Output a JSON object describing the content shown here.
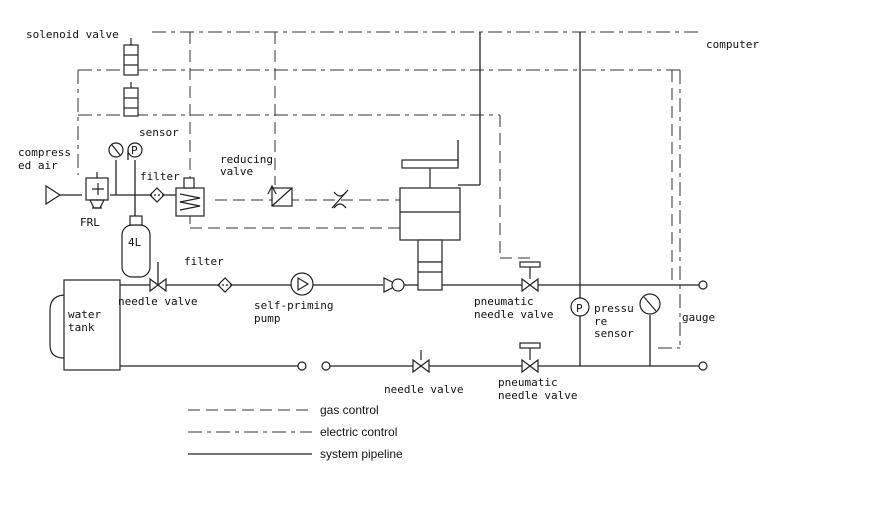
{
  "labels": {
    "solenoid_valve": "solenoid valve",
    "computer": "computer",
    "sensor": "sensor",
    "compressed_air_1": "compress",
    "compressed_air_2": "ed air",
    "frl": "FRL",
    "filter_top": "filter",
    "reducing_valve_1": "reducing",
    "reducing_valve_2": "valve",
    "gas_cylinder": "4L",
    "filter_mid": "filter",
    "needle_valve_top": "needle valve",
    "self_priming_1": "self-priming",
    "self_priming_2": "pump",
    "water_tank_1": "water",
    "water_tank_2": "tank",
    "pneumatic_needle_valve_top_1": "pneumatic",
    "pneumatic_needle_valve_top_2": "needle valve",
    "pressure_sensor_1": "pressu",
    "pressure_sensor_2": "re",
    "pressure_sensor_3": "sensor",
    "gauge": "gauge",
    "needle_valve_bottom": "needle valve",
    "pneumatic_needle_valve_bottom_1": "pneumatic",
    "pneumatic_needle_valve_bottom_2": "needle valve",
    "pressure_symbol": "P"
  },
  "legend": {
    "gas_control": "gas control",
    "electric_control": "electric control",
    "system_pipeline": "system pipeline"
  }
}
